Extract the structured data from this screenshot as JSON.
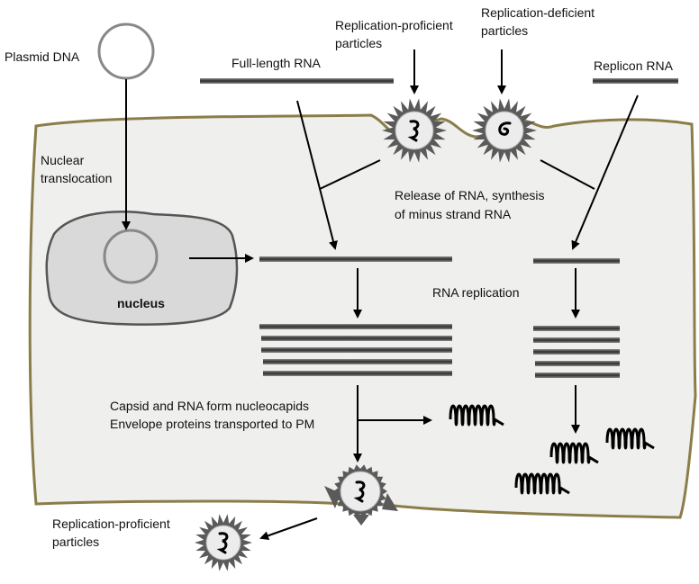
{
  "labels": {
    "plasmid_dna": "Plasmid DNA",
    "nuclear_translocation": [
      "Nuclear",
      "translocation"
    ],
    "nucleus": "nucleus",
    "full_length_rna": "Full-length RNA",
    "replication_proficient_top": [
      "Replication-proficient",
      "particles"
    ],
    "replication_deficient_top": [
      "Replication-deficient",
      "particles"
    ],
    "replicon_rna": "Replicon RNA",
    "release_of_rna": [
      "Release of RNA, synthesis",
      "of minus strand RNA"
    ],
    "rna_replication": "RNA replication",
    "capsid_assembly": [
      "Capsid and RNA form nucleocapids",
      "Envelope proteins transported to PM"
    ],
    "replication_proficient_bottom": [
      "Replication-proficient",
      "particles"
    ]
  },
  "colors": {
    "cell_fill": "#efefed",
    "cell_border": "#8b7d4a",
    "nucleus_fill": "#d9d9d9",
    "nucleus_border": "#555555",
    "rna_bar": "#3a3a3a",
    "particle_fill": "#5a5a5a",
    "arrow": "#000000"
  },
  "icons": [
    "plasmid-circle-icon",
    "virus-particle-icon",
    "rna-coil-icon"
  ]
}
